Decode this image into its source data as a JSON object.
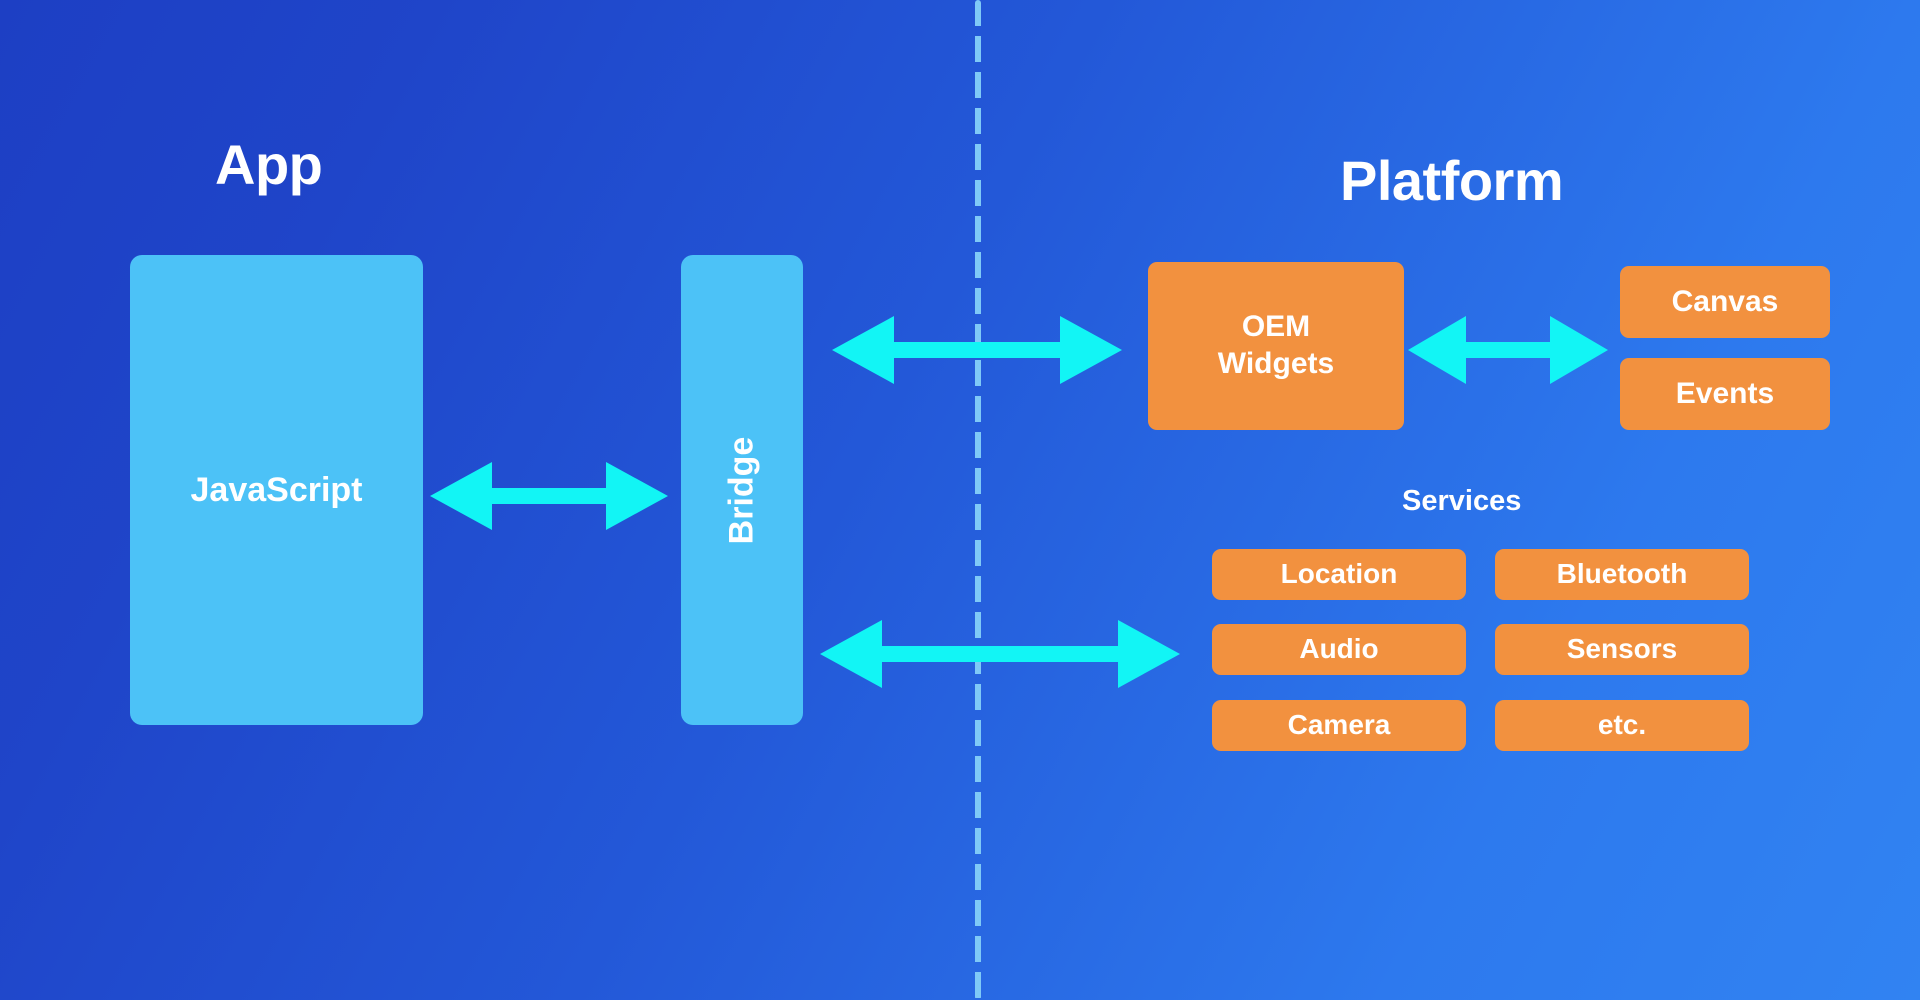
{
  "diagram": {
    "title_app": "App",
    "title_platform": "Platform",
    "services_title": "Services",
    "colors": {
      "background_start": "#1d3fc4",
      "background_end": "#3183f2",
      "app_box": "#4cc2f7",
      "platform_box": "#f2913f",
      "arrow": "#12f5f5",
      "divider": "#7fc9f7",
      "text": "#ffffff"
    },
    "app_side": {
      "javascript_label": "JavaScript",
      "bridge_label": "Bridge"
    },
    "platform_side": {
      "oem_widgets_label": "OEM\nWidgets",
      "oem_widgets_line1": "OEM",
      "oem_widgets_line2": "Widgets",
      "ui_modules": [
        {
          "label": "Canvas"
        },
        {
          "label": "Events"
        }
      ],
      "services": [
        {
          "label": "Location"
        },
        {
          "label": "Bluetooth"
        },
        {
          "label": "Audio"
        },
        {
          "label": "Sensors"
        },
        {
          "label": "Camera"
        },
        {
          "label": "etc."
        }
      ]
    },
    "connections": [
      {
        "name": "javascript-bridge",
        "from": "JavaScript",
        "to": "Bridge",
        "type": "bidirectional"
      },
      {
        "name": "bridge-oem-widgets",
        "from": "Bridge",
        "to": "OEM Widgets",
        "type": "bidirectional"
      },
      {
        "name": "bridge-services",
        "from": "Bridge",
        "to": "Services",
        "type": "bidirectional"
      },
      {
        "name": "oem-widgets-canvas",
        "from": "OEM Widgets",
        "to": "Canvas",
        "type": "bidirectional"
      }
    ]
  }
}
